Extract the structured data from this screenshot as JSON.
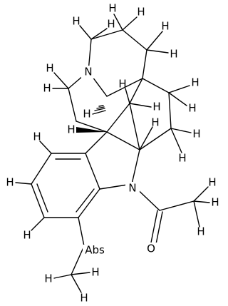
{
  "labels": {
    "h": "H",
    "n": "N",
    "o": "O",
    "abs": "Abs"
  }
}
